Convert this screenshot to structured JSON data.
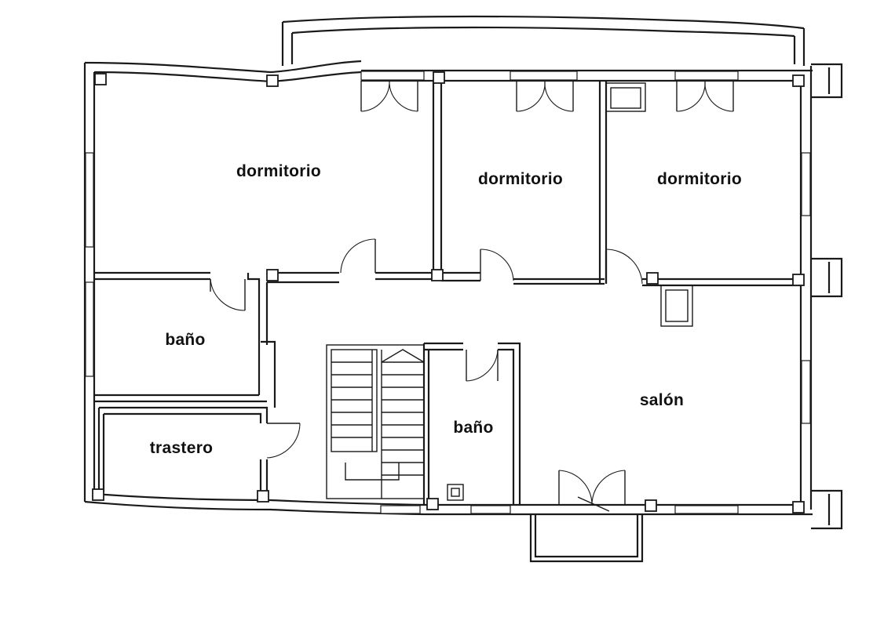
{
  "rooms": [
    {
      "id": "dormitorio-1",
      "label": "dormitorio"
    },
    {
      "id": "dormitorio-2",
      "label": "dormitorio"
    },
    {
      "id": "dormitorio-3",
      "label": "dormitorio"
    },
    {
      "id": "bano-1",
      "label": "baño"
    },
    {
      "id": "bano-2",
      "label": "baño"
    },
    {
      "id": "trastero",
      "label": "trastero"
    },
    {
      "id": "salon",
      "label": "salón"
    }
  ]
}
